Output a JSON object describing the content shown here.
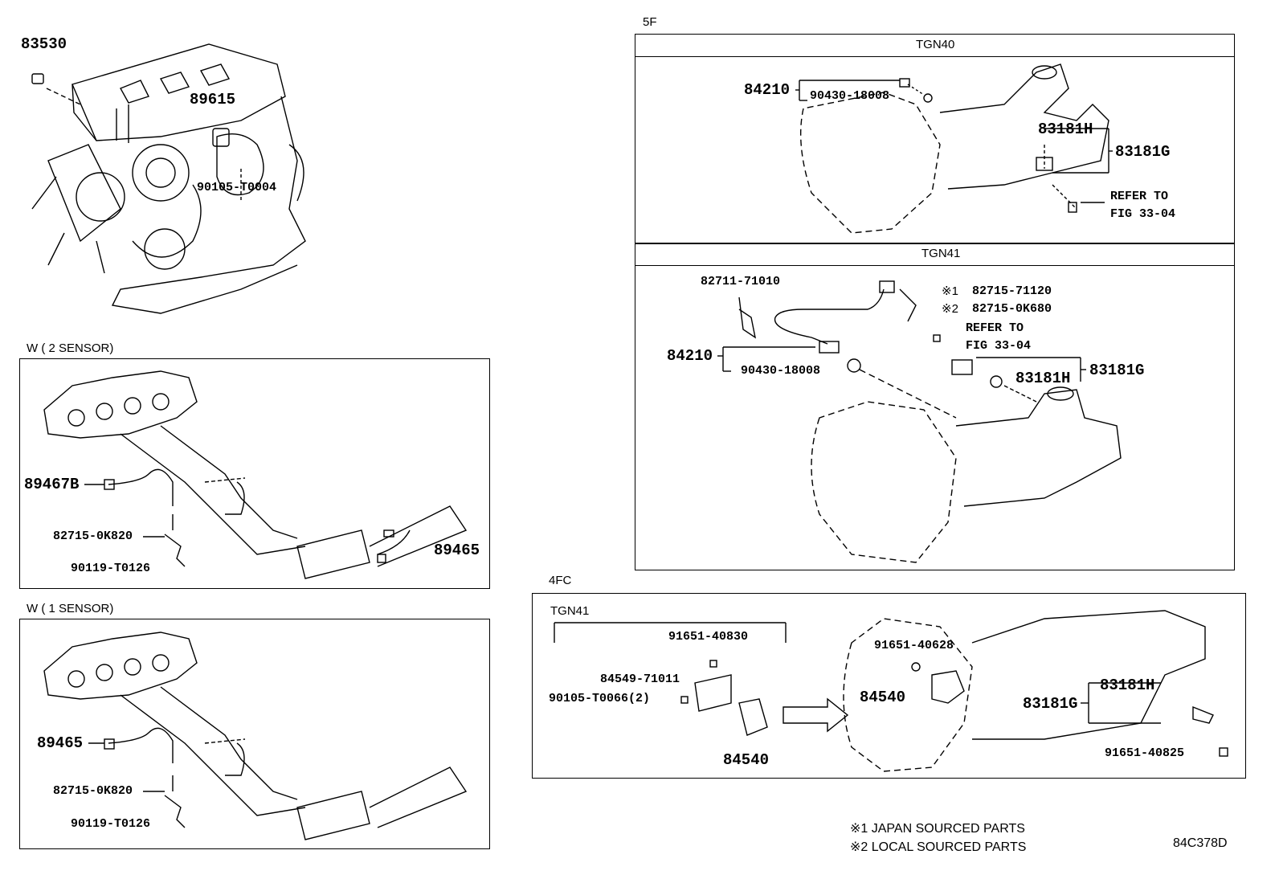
{
  "sections": {
    "w2": "W ( 2 SENSOR)",
    "w1": "W ( 1 SENSOR)",
    "f5": "5F",
    "tgn40": "TGN40",
    "tgn41": "TGN41",
    "fc4": "4FC",
    "tgn41b": "TGN41"
  },
  "engine": {
    "p83530": "83530",
    "p89615": "89615",
    "p90105": "90105-T0004"
  },
  "w2": {
    "p89467b": "89467B",
    "p82715": "82715-0K820",
    "p90119": "90119-T0126",
    "p89465": "89465"
  },
  "w1": {
    "p89465": "89465",
    "p82715": "82715-0K820",
    "p90119": "90119-T0126"
  },
  "tgn40": {
    "p84210": "84210",
    "p90430": "90430-18008",
    "p83181h": "83181H",
    "p83181g": "83181G",
    "refer1": "REFER TO",
    "refer2": "FIG 33-04"
  },
  "tgn41": {
    "p82711": "82711-71010",
    "n1": "※1",
    "p82715a": "82715-71120",
    "n2": "※2",
    "p82715b": "82715-0K680",
    "refer1": "REFER TO",
    "refer2": "FIG 33-04",
    "p84210": "84210",
    "p90430": "90430-18008",
    "p83181h": "83181H",
    "p83181g": "83181G"
  },
  "fc4": {
    "p91651a": "91651-40830",
    "p84549": "84549-71011",
    "p90105": "90105-T0066(2)",
    "p84540a": "84540",
    "p91651b": "91651-40628",
    "p84540b": "84540",
    "p83181h": "83181H",
    "p83181g": "83181G",
    "p91651c": "91651-40825"
  },
  "notes": {
    "n1": "※1 JAPAN SOURCED PARTS",
    "n2": "※2 LOCAL SOURCED PARTS",
    "code": "84C378D"
  }
}
